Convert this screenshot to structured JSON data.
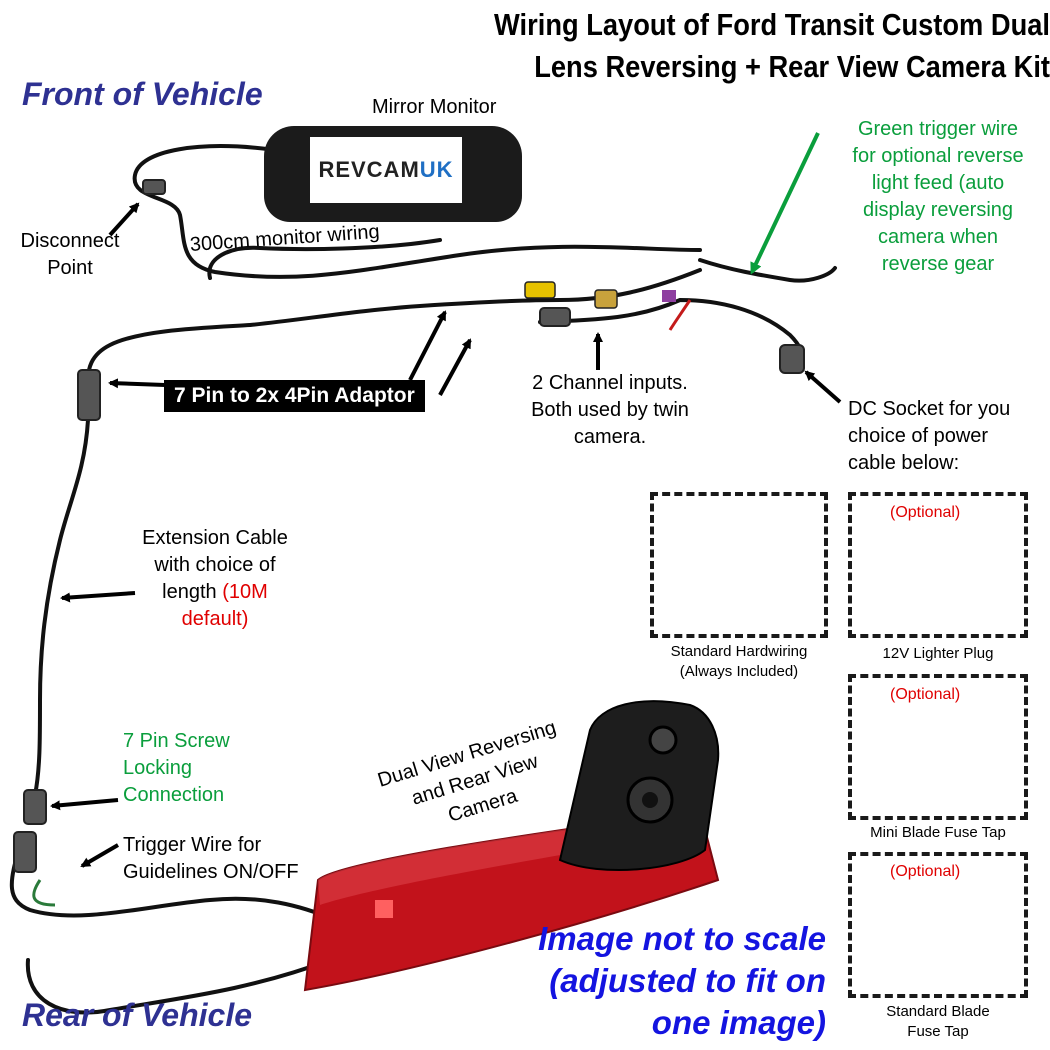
{
  "title": {
    "line1": "Wiring Layout of Ford Transit Custom Dual",
    "line2": "Lens Reversing + Rear View Camera Kit"
  },
  "labels": {
    "front": "Front of Vehicle",
    "rear": "Rear of Vehicle",
    "mirror_monitor": "Mirror Monitor",
    "monitor_brand_a": "REVCAM",
    "monitor_brand_b": "UK",
    "disconnect_1": "Disconnect",
    "disconnect_2": "Point",
    "monitor_wiring": "300cm monitor wiring",
    "green_trigger": [
      "Green trigger wire",
      "for optional reverse",
      "light feed (auto",
      "display reversing",
      "camera when",
      "reverse gear"
    ],
    "adaptor": "7 Pin to 2x 4Pin Adaptor",
    "channel_inputs": [
      "2 Channel inputs.",
      "Both used by twin",
      "camera."
    ],
    "dc_socket": [
      "DC Socket for you",
      "choice of power",
      "cable below:"
    ],
    "extension_1": "Extension Cable",
    "extension_2": "with choice of",
    "extension_3": "length",
    "extension_red_1": "(10M",
    "extension_red_2": "default)",
    "screw_lock": [
      "7 Pin Screw",
      "Locking",
      "Connection"
    ],
    "trigger_guidelines": [
      "Trigger Wire for",
      "Guidelines ON/OFF"
    ],
    "camera": [
      "Dual View Reversing",
      "and Rear View",
      "Camera"
    ],
    "scale_note": [
      "Image not to scale",
      "(adjusted to fit on",
      "one image)"
    ]
  },
  "options": [
    {
      "optional": "",
      "caption": [
        "Standard Hardwiring",
        "(Always Included)"
      ]
    },
    {
      "optional": "(Optional)",
      "caption": [
        "12V Lighter Plug"
      ]
    },
    {
      "optional": "(Optional)",
      "caption": [
        "Mini Blade Fuse Tap"
      ]
    },
    {
      "optional": "(Optional)",
      "caption": [
        "Standard Blade",
        "Fuse Tap"
      ]
    }
  ],
  "colors": {
    "side_label": "#2e3192",
    "green_text": "#0a9e3c",
    "red_text": "#e00000",
    "scale_note": "#1414e0",
    "camera_red": "#c2121b"
  }
}
